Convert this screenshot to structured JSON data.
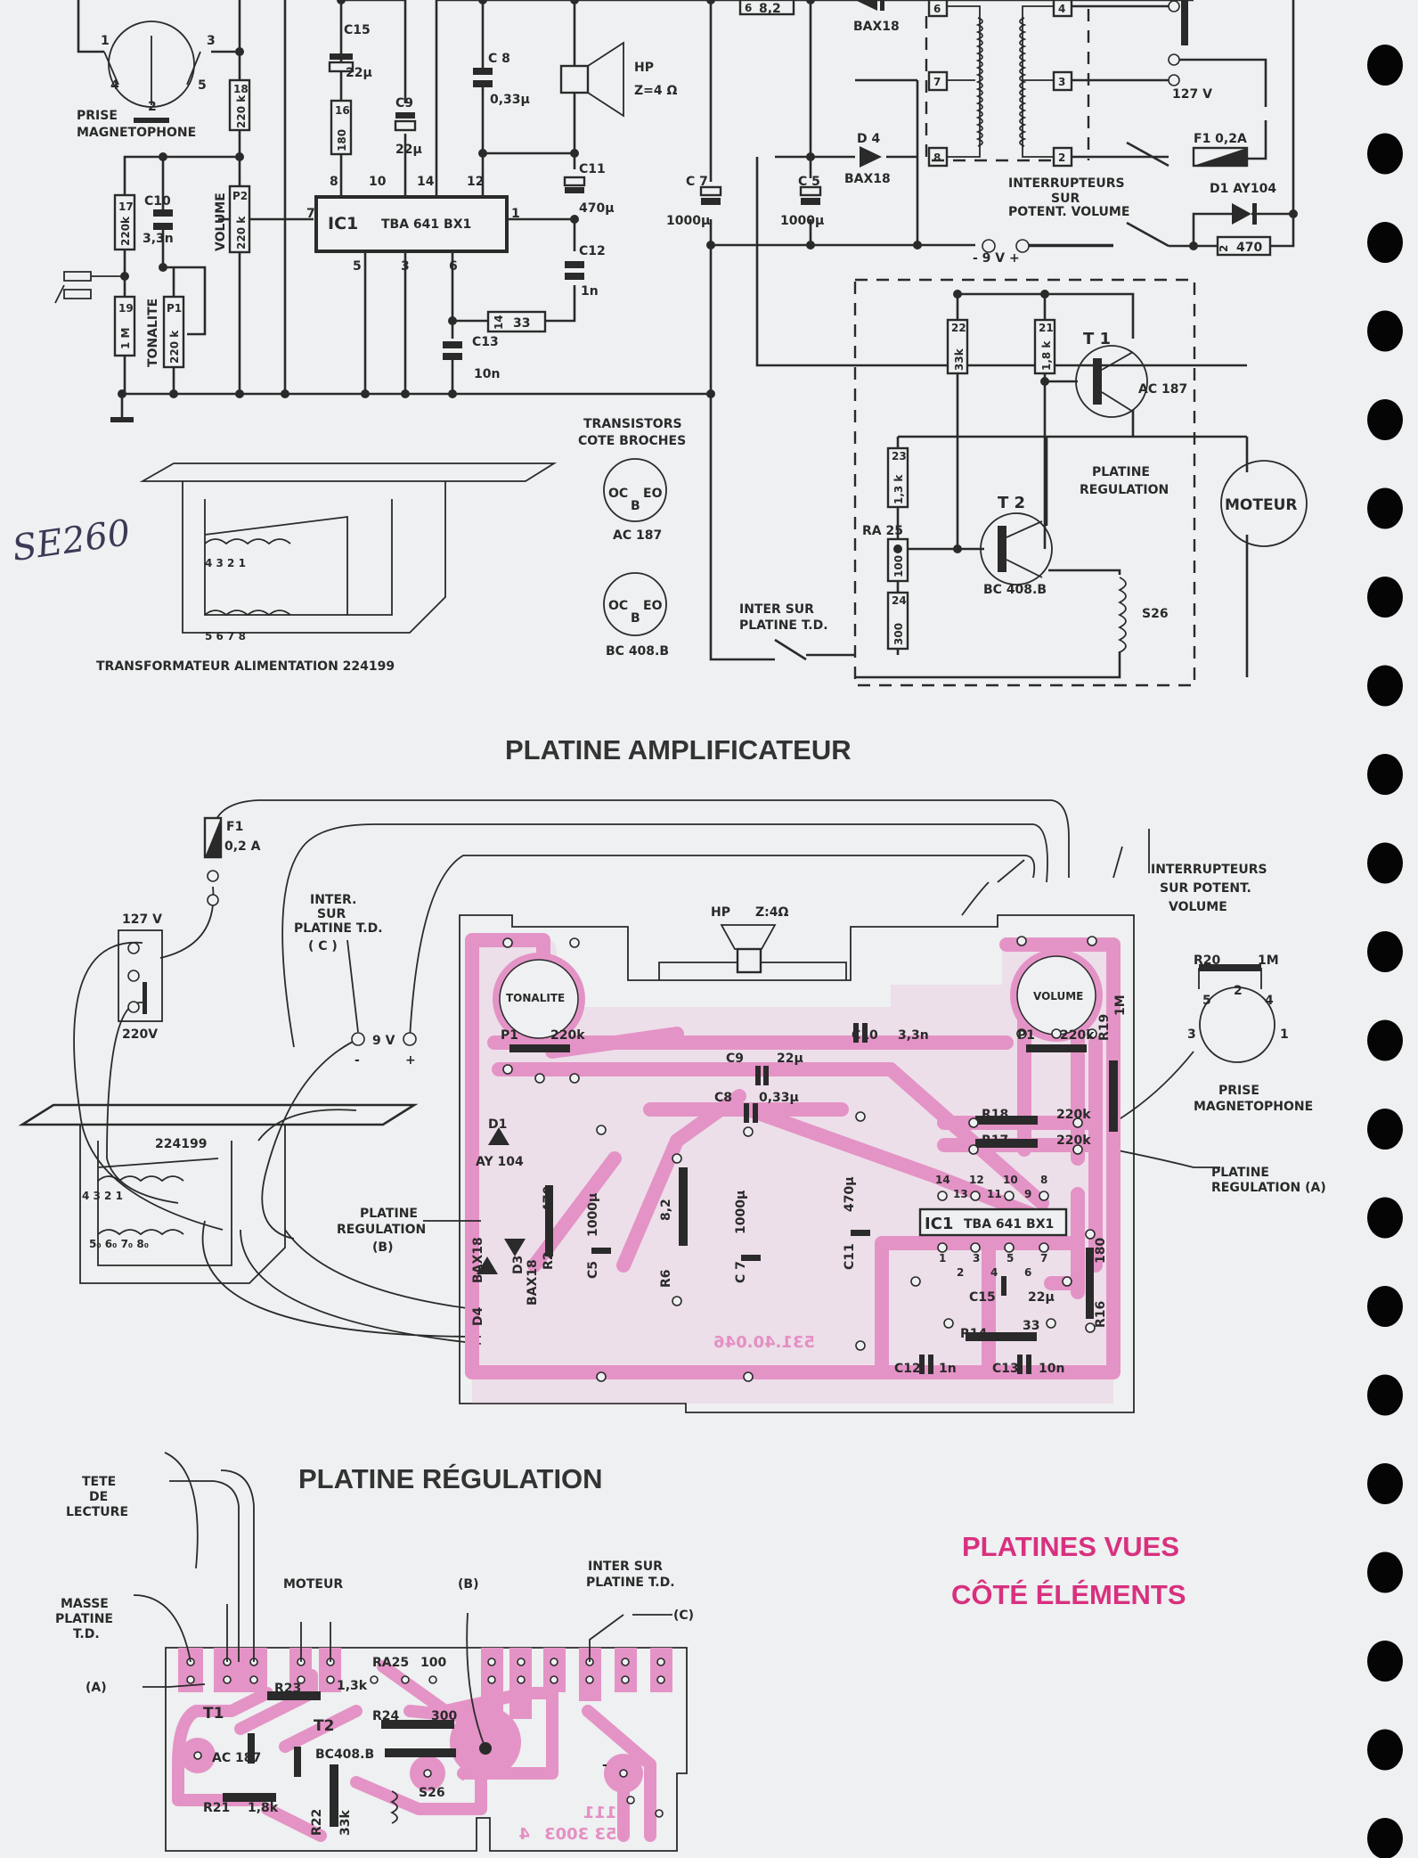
{
  "titles": {
    "amplifier": "PLATINE AMPLIFICATEUR",
    "regulation": "PLATINE RÉGULATION",
    "views_line1": "PLATINES VUES",
    "views_line2": "CÔTÉ ÉLÉMENTS",
    "handwritten": "SE260"
  },
  "colors": {
    "pcb_trace": "#e493c6",
    "heading_pink": "#d8307f",
    "ink": "#2a2a2a",
    "paper": "#eef0f1"
  },
  "schematic": {
    "din_pin1": "1",
    "din_pin2": "2",
    "din_pin3": "3",
    "din_pin4": "4",
    "din_pin5": "5",
    "prise": "PRISE",
    "magnetophone": "MAGNETOPHONE",
    "r18_ref": "18",
    "r18_val": "220 k",
    "c15_ref": "C15",
    "c15_val": "22µ",
    "r16_ref": "16",
    "r16_val": "180",
    "c9_ref": "C9",
    "c9_val": "22µ",
    "c8_ref": "C 8",
    "c8_val": "0,33µ",
    "hp": "HP",
    "hp_z": "Z=4 Ω",
    "c11_ref": "C11",
    "c11_val": "470µ",
    "c12_ref": "C12",
    "c12_val": "1n",
    "ic_ref": "IC1",
    "ic_type": "TBA 641  BX1",
    "ic_pin8": "8",
    "ic_pin10": "10",
    "ic_pin14": "14",
    "ic_pin12": "12",
    "ic_pin7": "7",
    "ic_pin1": "1",
    "ic_pin5": "5",
    "ic_pin3": "3",
    "ic_pin6": "6",
    "r17_ref": "17",
    "r17_val": "220k",
    "c10_ref": "C10",
    "c10_val": "3,3n",
    "volume": "VOLUME",
    "p2_ref": "P2",
    "p2_val": "220 k",
    "r19_ref": "19",
    "r19_val": "1 M",
    "tonalite": "TONALITE",
    "p1_ref": "P1",
    "p1_val": "220 k",
    "r14_ref": "14",
    "r14_val": "33",
    "c13_ref": "C13",
    "c13_val": "10n",
    "r6_ref": "6",
    "r6_val": "8,2",
    "d3_type": "BAX18",
    "d4_ref": "D 4",
    "d4_type": "BAX18",
    "c7_ref": "C 7",
    "c7_val": "1000µ",
    "c5_ref": "C 5",
    "c5_val": "1000µ",
    "tr_6": "6",
    "tr_7": "7",
    "tr_8": "8",
    "tr_4": "4",
    "tr_3": "3",
    "tr_2": "2",
    "v127": "127 V",
    "f1": "F1  0,2A",
    "d1": "D1   AY104",
    "r2_ref": "2",
    "r2_val": "470",
    "switch_l1": "INTERRUPTEURS",
    "switch_l2": "SUR",
    "switch_l3": "POTENT. VOLUME",
    "v9": "- 9 V  +",
    "r22_ref": "22",
    "r22_val": "33k",
    "r21_ref": "21",
    "r21_val": "1,8 k",
    "t1": "T 1",
    "t1_type": "AC 187",
    "r23_ref": "23",
    "r23_val": "1,3 k",
    "ra25": "RA 25",
    "ra25_val": "100",
    "r24_ref": "24",
    "r24_val": "300",
    "t2": "T 2",
    "t2_type": "BC 408.B",
    "platine_l1": "PLATINE",
    "platine_l2": "REGULATION",
    "moteur": "MOTEUR",
    "s26": "S26",
    "inter_l1": "INTER SUR",
    "inter_l2": "PLATINE T.D.",
    "transistors_l1": "TRANSISTORS",
    "transistors_l2": "COTE BROCHES",
    "pin_oc": "OC",
    "pin_b": "B",
    "pin_eo": "EO",
    "ac187": "AC 187",
    "bc408": "BC 408.B",
    "transformer_pins_top": "4  3   2   1",
    "transformer_pins_bottom": "5   6   7   8",
    "transformer_label": "TRANSFORMATEUR   ALIMENTATION   224199"
  },
  "amplifier_board": {
    "f1": "F1",
    "f1_val": "0,2 A",
    "v127": "127 V",
    "v220": "220V",
    "inter_l1": "INTER.",
    "inter_l2": "SUR",
    "inter_l3": "PLATINE T.D.",
    "inter_l4": "( C )",
    "v9": "9 V",
    "minus": "-",
    "plus": "+",
    "transformer": "224199",
    "tr_top": "4   3    2    1",
    "tr_bottom": "5₀  6₀   7₀  8₀",
    "reg_b_l1": "PLATINE",
    "reg_b_l2": "REGULATION",
    "reg_b_l3": "(B)",
    "tonalite": "TONALITE",
    "p1": "P1",
    "p1_val": "220k",
    "d1": "D1",
    "d1_type": "AY 104",
    "r2_val": "470",
    "r2": "R2",
    "d4": "D4",
    "d4_type": "BAX18",
    "d3": "D3",
    "d3_type": "BAX18",
    "c5": "C5",
    "c5_val": "1000µ",
    "r6_val": "8,2",
    "r6": "R6",
    "c9": "C9",
    "c9_val": "22µ",
    "c8": "C8",
    "c8_val": "0,33µ",
    "c7": "C 7",
    "c7_val": "1000µ",
    "c11": "C11",
    "c11_val": "470µ",
    "hp": "HP",
    "hp_z": "Z:4Ω",
    "c10": "C10",
    "c10_val": "3,3n",
    "volume": "VOLUME",
    "p1b": "P1",
    "p1b_val": "220k",
    "r19": "R19",
    "r19_val": "1M",
    "r18": "R18",
    "r18_val": "220k",
    "r17": "R17",
    "r17_val": "220k",
    "ic": "IC1",
    "ic_type": "TBA  641  BX1",
    "pins_top": [
      "14",
      "12",
      "10",
      "8"
    ],
    "pins_top2": [
      "13",
      "11",
      "9"
    ],
    "pins_bottom": [
      "1",
      "3",
      "5",
      "7"
    ],
    "pins_bottom2": [
      "2",
      "4",
      "6"
    ],
    "c15": "C15",
    "c15_val": "22µ",
    "r14": "R14",
    "r14_val": "33",
    "c12": "C12",
    "c12_val": "1n",
    "c13": "C13",
    "c13_val": "10n",
    "r16_val": "180",
    "r16": "R16",
    "board_code": "531.40.046",
    "switch_l1": "INTERRUPTEURS",
    "switch_l2": "SUR  POTENT.",
    "switch_l3": "VOLUME",
    "r20": "R20",
    "r20_val": "1M",
    "din_pins": [
      "5",
      "2",
      "4",
      "3",
      "1"
    ],
    "prise_l1": "PRISE",
    "prise_l2": "MAGNETOPHONE",
    "reg_a_l1": "PLATINE",
    "reg_a_l2": "REGULATION (A)"
  },
  "regulation_board": {
    "tete_l1": "TETE",
    "tete_l2": "DE",
    "tete_l3": "LECTURE",
    "masse_l1": "MASSE",
    "masse_l2": "PLATINE",
    "masse_l3": "T.D.",
    "a": "(A)",
    "moteur": "MOTEUR",
    "b": "(B)",
    "inter_l1": "INTER SUR",
    "inter_l2": "PLATINE T.D.",
    "c": "(C)",
    "ra25": "RA25",
    "ra25_val": "100",
    "r23": "R23",
    "r23_val": "1,3k",
    "t1": "T1",
    "t2": "T2",
    "r24": "R24",
    "r24_val": "300",
    "ac187": "AC 187",
    "bc408": "BC408.B",
    "r21": "R21",
    "r21_val": "1,8k",
    "r22": "R22",
    "r22_val": "33k",
    "s26": "S26",
    "plus": "+",
    "minus": "-",
    "code_l1": "3111",
    "code_l2": "153 3003",
    "code_l3": "4"
  }
}
